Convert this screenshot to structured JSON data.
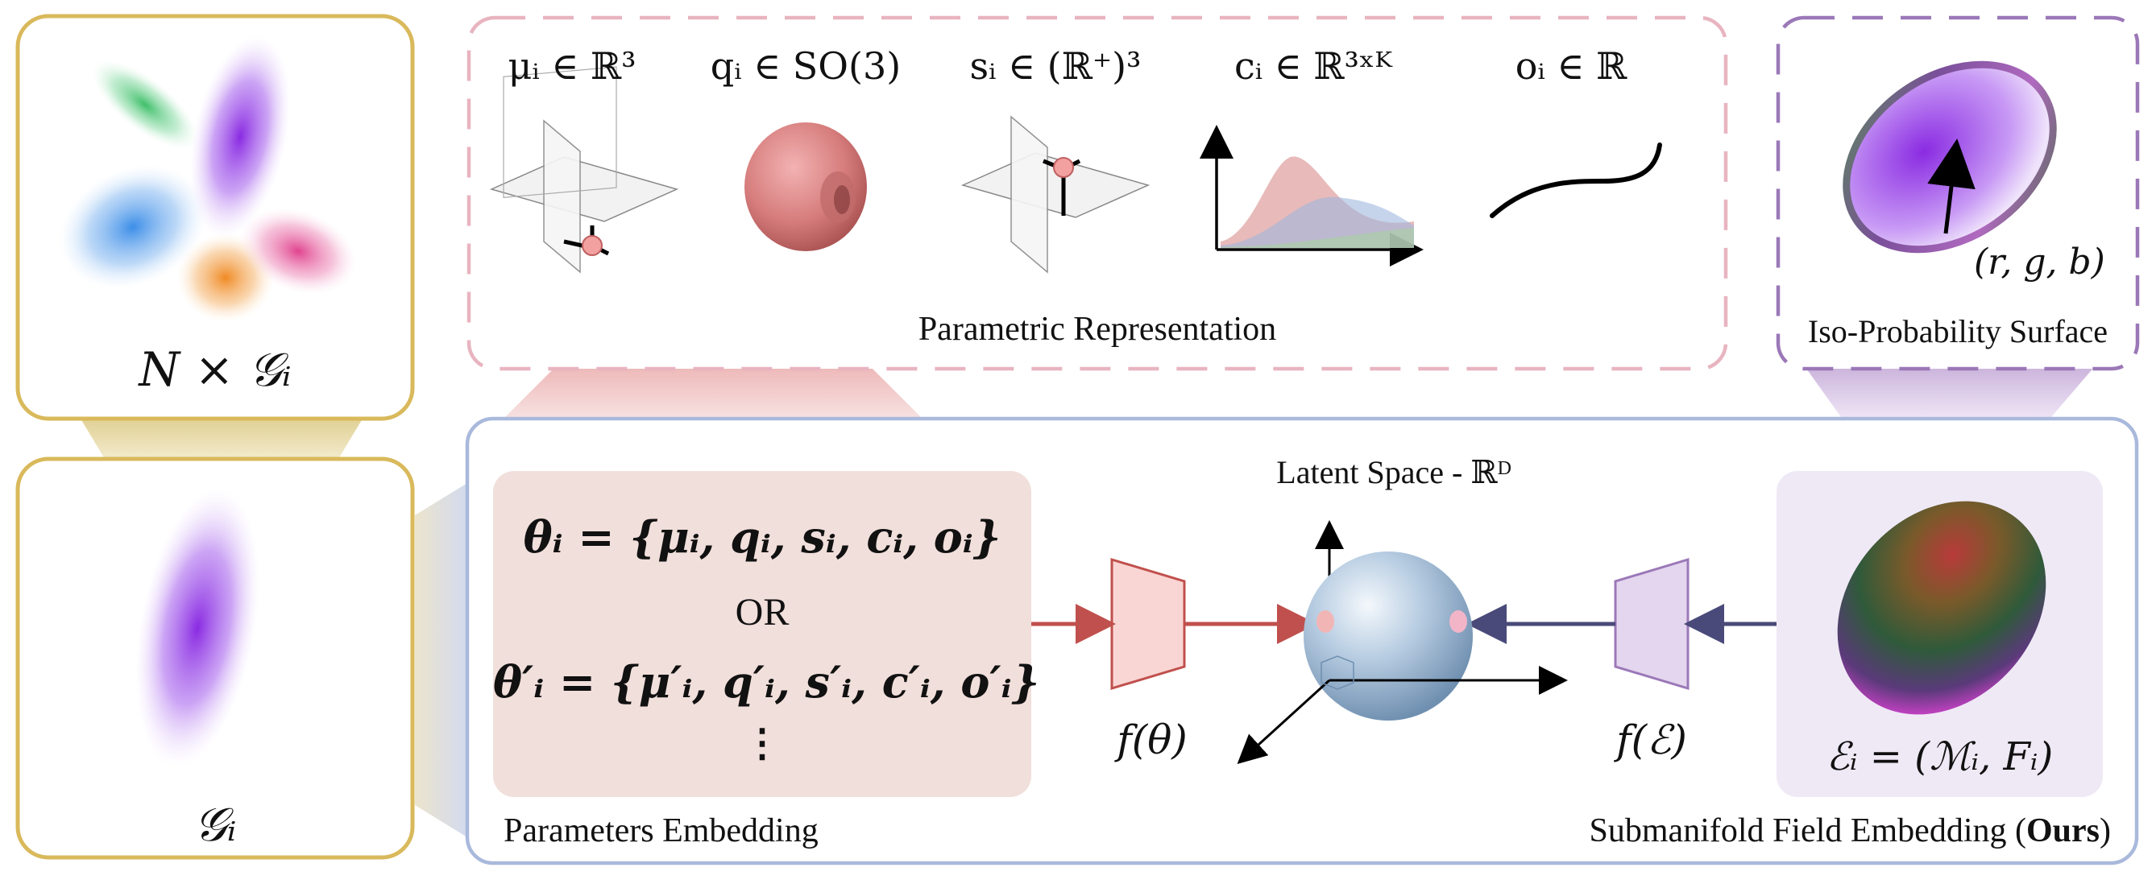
{
  "gaussian_set": {
    "label": "N × 𝒢ᵢ"
  },
  "single_gaussian": {
    "label": "𝒢ᵢ"
  },
  "parametric": {
    "title": "Parametric Representation",
    "params": [
      {
        "symbol": "μᵢ ∈ ℝ³"
      },
      {
        "symbol": "qᵢ ∈ SO(3)"
      },
      {
        "symbol": "sᵢ ∈ (ℝ⁺)³"
      },
      {
        "symbol": "cᵢ ∈ ℝ³ˣᴷ"
      },
      {
        "symbol": "oᵢ ∈ ℝ"
      }
    ]
  },
  "iso_surface": {
    "title": "Iso-Probability Surface",
    "rgb_label": "(r, g, b)"
  },
  "params_embedding": {
    "label": "Parameters Embedding",
    "eq1": "θᵢ = {μᵢ, qᵢ, sᵢ, cᵢ, oᵢ}",
    "or": "OR",
    "eq2": "θ′ᵢ = {μ′ᵢ, q′ᵢ, s′ᵢ, c′ᵢ, o′ᵢ}",
    "dots": "⋮"
  },
  "latent": {
    "label": "Latent Space - ℝᴰ"
  },
  "encoder_theta": {
    "label": "f(θ)"
  },
  "encoder_field": {
    "label": "f(ℰ)"
  },
  "field_embedding": {
    "label_main": "Submanifold Field Embedding (",
    "label_bold": "Ours",
    "label_end": ")",
    "eq": "ℰᵢ = (ℳᵢ, Fᵢ)"
  },
  "colors": {
    "gold": "#d9b95b",
    "pink_dash": "#e8b4c0",
    "purple_dash": "#9b78b8",
    "blue_border": "#a9b9dc",
    "red_arrow": "#c0504d",
    "navy_arrow": "#4a4a7a"
  }
}
